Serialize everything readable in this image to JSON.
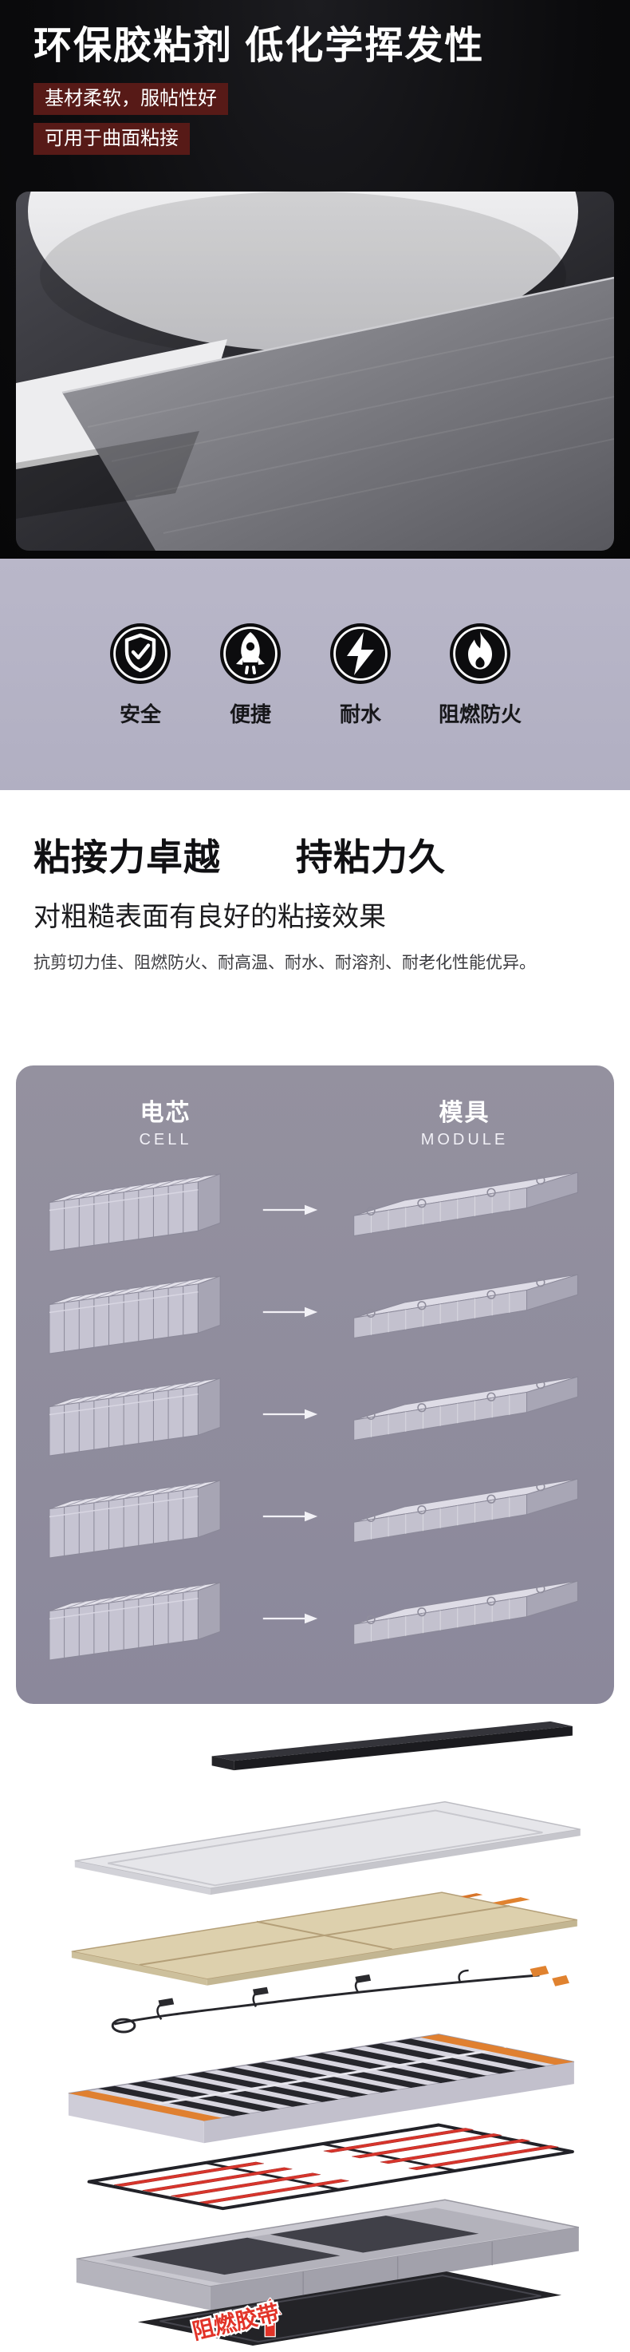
{
  "hero": {
    "title": "环保胶粘剂 低化学挥发性",
    "subtitles": [
      "基材柔软，服帖性好",
      "可用于曲面粘接"
    ],
    "features": [
      {
        "icon": "shield-check-icon",
        "label": "安全"
      },
      {
        "icon": "rocket-icon",
        "label": "便捷"
      },
      {
        "icon": "lightning-icon",
        "label": "耐水"
      },
      {
        "icon": "flame-icon",
        "label": "阻燃防火"
      }
    ]
  },
  "adhesion": {
    "title": "粘接力卓越　　持粘力久",
    "subtitle": "对粗糙表面有良好的粘接效果",
    "description": "抗剪切力佳、阻燃防火、耐高温、耐水、耐溶剂、耐老化性能优异。"
  },
  "process": {
    "cell_title": "电芯",
    "cell_subtitle": "CELL",
    "module_title": "模具",
    "module_subtitle": "MODULE"
  },
  "exploded": {
    "callout": "阻燃胶带"
  },
  "colors": {
    "accent_red": "#e23328",
    "highlight_maroon": "#571a17",
    "band_purple": "#b5b3c6",
    "panel_purple": "#8f8ca0"
  }
}
